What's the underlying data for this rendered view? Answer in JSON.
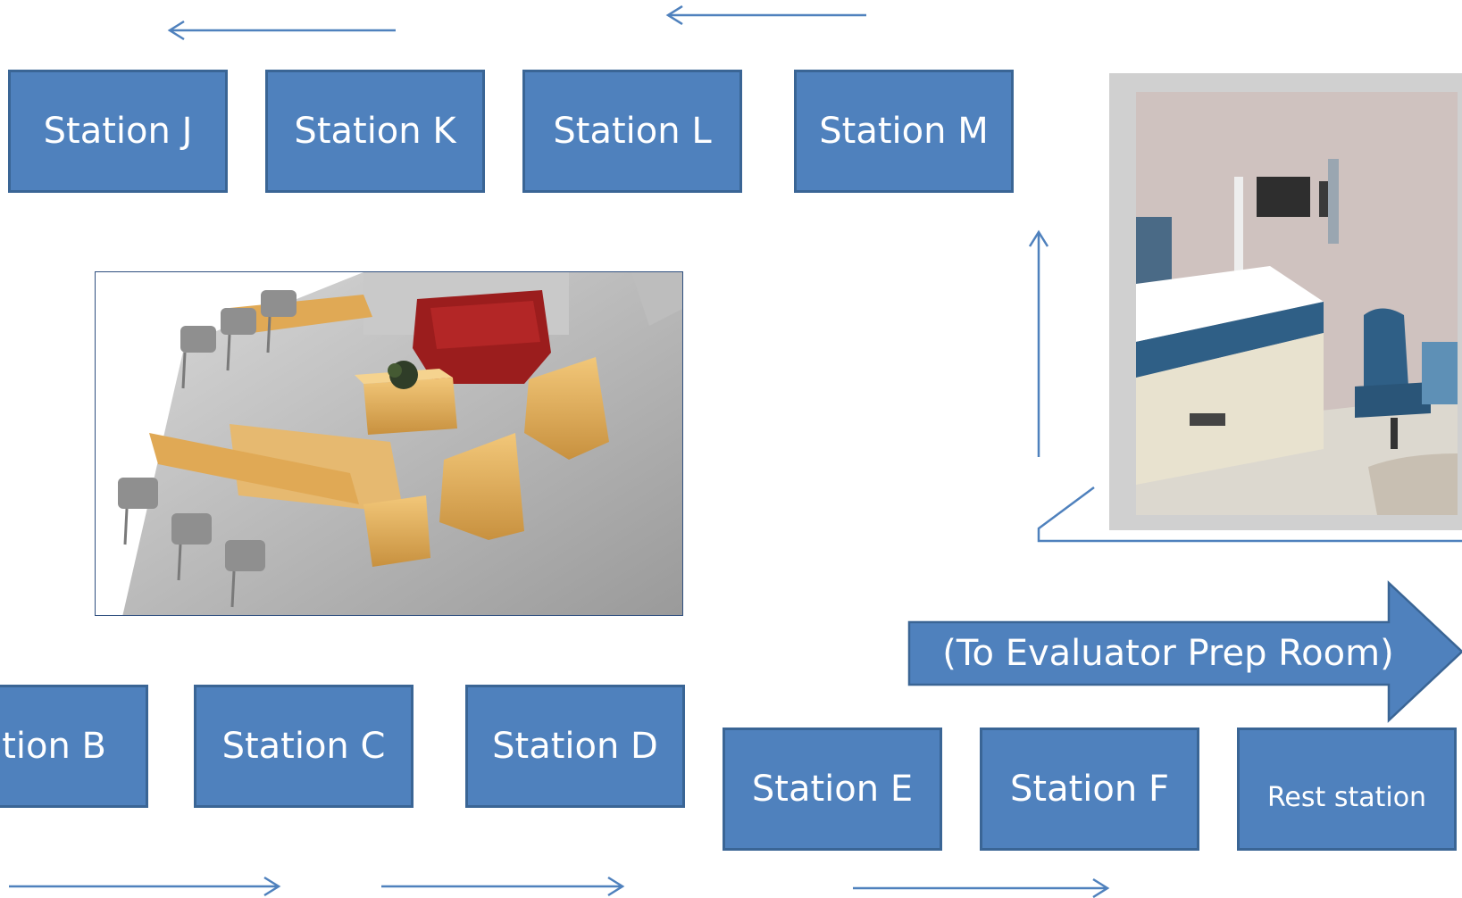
{
  "stations": {
    "j": "Station J",
    "k": "Station K",
    "l": "Station L",
    "m": "Station M",
    "b": "Station B",
    "c": "Station C",
    "d": "Station D",
    "e": "Station E",
    "f": "Station F",
    "rest": "Rest station"
  },
  "prep_room_arrow": "(To Evaluator Prep Room)",
  "colors": {
    "station_fill": "#4f81bd",
    "station_border": "#3a6595",
    "flow_arrow": "#4f81bd"
  }
}
